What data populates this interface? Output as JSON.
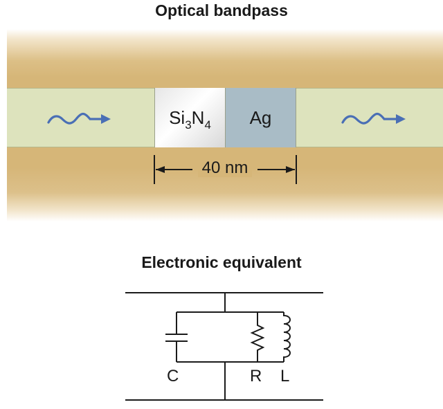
{
  "diagram": {
    "title_top": "Optical bandpass",
    "layer_1": {
      "base": "Si",
      "sub1": "3",
      "mid": "N",
      "sub2": "4"
    },
    "layer_2": "Ag",
    "dimension": "40 nm",
    "title_bottom": "Electronic equivalent",
    "components": {
      "capacitor": "C",
      "resistor": "R",
      "inductor": "L"
    }
  },
  "colors": {
    "band": "#d6b678",
    "waveguide": "#dde3bd",
    "ag_layer": "#a9bcc6",
    "arrow": "#4a6fb5"
  }
}
